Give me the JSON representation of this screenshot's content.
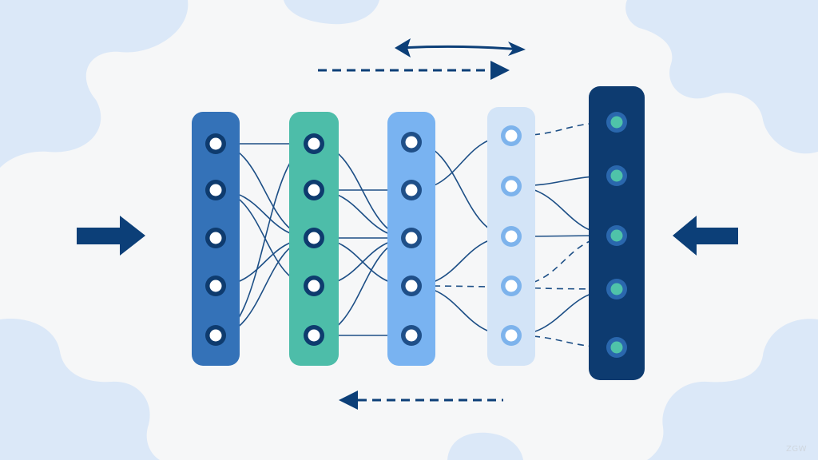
{
  "colors": {
    "background": "#f6f7f8",
    "blob": "#dbe8f8",
    "arrow": "#0c3f78",
    "line": "#1d4f86",
    "node_fill": "#ffffff",
    "node_ring_dark": "#0e3b6e",
    "node_ring_light": "#7db3ec",
    "node_center_teal": "#4fc3a9"
  },
  "layers": [
    {
      "name": "layer-1",
      "color": "#3472b8",
      "ring": "#0e3b6e",
      "center": "#ffffff",
      "nodes": 5
    },
    {
      "name": "layer-2",
      "color": "#4dbda9",
      "ring": "#0e3b6e",
      "center": "#ffffff",
      "nodes": 5
    },
    {
      "name": "layer-3",
      "color": "#79b3f1",
      "ring": "#1f4f88",
      "center": "#ffffff",
      "nodes": 5
    },
    {
      "name": "layer-4",
      "color": "#d3e4f7",
      "ring": "#7db3ec",
      "center": "#ffffff",
      "nodes": 5
    },
    {
      "name": "layer-5",
      "color": "#0d3b70",
      "ring": "#2a67ad",
      "center": "#4fc3a9",
      "nodes": 5
    }
  ],
  "edges": [
    [
      0,
      0,
      1,
      0,
      "solid"
    ],
    [
      0,
      0,
      1,
      2,
      "solid"
    ],
    [
      0,
      1,
      1,
      2,
      "solid"
    ],
    [
      0,
      1,
      1,
      3,
      "solid"
    ],
    [
      0,
      3,
      1,
      2,
      "solid"
    ],
    [
      0,
      4,
      1,
      2,
      "solid"
    ],
    [
      0,
      4,
      1,
      0,
      "solid"
    ],
    [
      1,
      0,
      2,
      2,
      "solid"
    ],
    [
      1,
      1,
      2,
      1,
      "solid"
    ],
    [
      1,
      1,
      2,
      2,
      "solid"
    ],
    [
      1,
      2,
      2,
      3,
      "solid"
    ],
    [
      1,
      2,
      2,
      2,
      "solid"
    ],
    [
      1,
      3,
      2,
      2,
      "solid"
    ],
    [
      1,
      4,
      2,
      4,
      "solid"
    ],
    [
      1,
      4,
      2,
      2,
      "solid"
    ],
    [
      2,
      0,
      3,
      2,
      "solid"
    ],
    [
      2,
      1,
      3,
      0,
      "solid"
    ],
    [
      2,
      3,
      3,
      2,
      "solid"
    ],
    [
      2,
      3,
      3,
      4,
      "solid"
    ],
    [
      3,
      0,
      4,
      0,
      "dashed"
    ],
    [
      3,
      1,
      4,
      1,
      "solid"
    ],
    [
      3,
      1,
      4,
      2,
      "solid"
    ],
    [
      3,
      2,
      4,
      2,
      "solid"
    ],
    [
      3,
      3,
      4,
      2,
      "dashed"
    ],
    [
      2,
      3,
      4,
      3,
      "dashed"
    ],
    [
      3,
      4,
      4,
      4,
      "dashed"
    ],
    [
      3,
      4,
      4,
      3,
      "solid"
    ]
  ],
  "arrows": [
    {
      "name": "bidirectional-arrow-top",
      "style": "solid",
      "direction": "both"
    },
    {
      "name": "dashed-arrow-right",
      "style": "dashed",
      "direction": "right"
    },
    {
      "name": "dashed-arrow-left",
      "style": "dashed",
      "direction": "left"
    },
    {
      "name": "input-arrow-left-side",
      "style": "block",
      "direction": "right"
    },
    {
      "name": "input-arrow-right-side",
      "style": "block",
      "direction": "left"
    }
  ],
  "watermark": "ZGW"
}
